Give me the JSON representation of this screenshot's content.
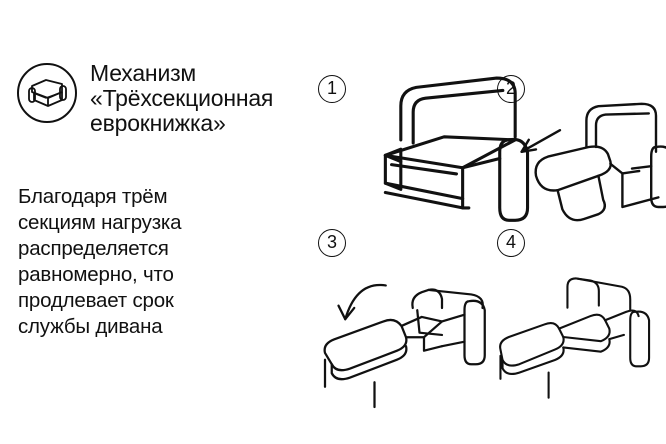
{
  "title": {
    "line1": "Механизм",
    "line2": "«Трёхсекционная",
    "line3": "еврокнижка»"
  },
  "description": {
    "lines": [
      "Благодаря трём",
      "секциям нагрузка",
      "распределяется",
      "равномерно, что",
      "продлевает срок",
      "службы дивана"
    ]
  },
  "steps": [
    {
      "number": "1"
    },
    {
      "number": "2"
    },
    {
      "number": "3"
    },
    {
      "number": "4"
    }
  ],
  "icons": {
    "logo": "sofa-logo-icon",
    "step1": "folded-sofa-icon",
    "step2": "pull-out-sofa-icon",
    "step3": "lower-backrest-sofa-icon",
    "step4": "unfolded-bed-icon"
  },
  "colors": {
    "stroke": "#111111",
    "background": "#ffffff"
  }
}
